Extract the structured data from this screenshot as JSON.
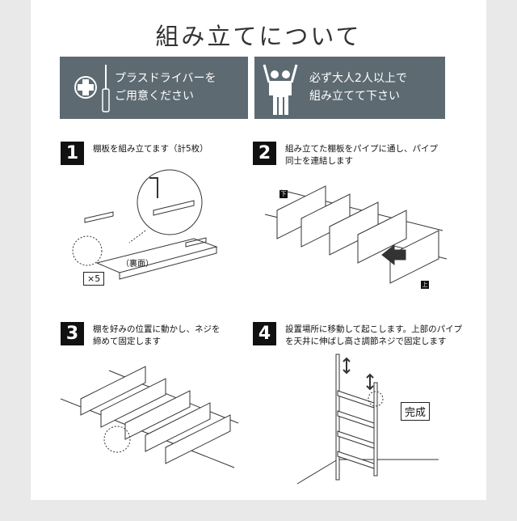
{
  "title": "組み立てについて",
  "banners": [
    {
      "icon": "screwdriver-icon",
      "lines": [
        "プラスドライバーを",
        "ご用意ください"
      ]
    },
    {
      "icon": "two-people-icon",
      "lines": [
        "必ず大人2人以上で",
        "組み立てて下さい"
      ]
    }
  ],
  "steps": [
    {
      "number": "1",
      "lines": [
        "棚板を組み立てます（計5枚）"
      ],
      "labels": {
        "back": "（裏面）",
        "count": "×5"
      }
    },
    {
      "number": "2",
      "lines": [
        "組み立てた棚板をパイプに通し、パイプ",
        "同士を連結します"
      ],
      "labels": {
        "bottom": "下",
        "top": "上"
      }
    },
    {
      "number": "3",
      "lines": [
        "棚を好みの位置に動かし、ネジを",
        "締めて固定します"
      ]
    },
    {
      "number": "4",
      "lines": [
        "設置場所に移動して起こします。上部のパイプ",
        "を天井に伸ばし高さ調節ネジで固定します"
      ],
      "labels": {
        "done": "完成"
      }
    }
  ],
  "colors": {
    "banner": "#5d6a72",
    "panel": "#ffffff",
    "background": "#e9e9e9"
  }
}
